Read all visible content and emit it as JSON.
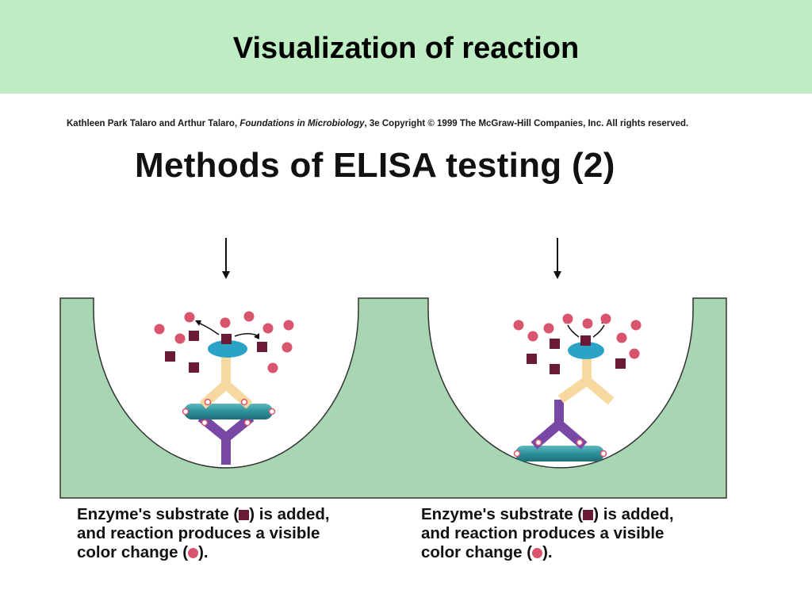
{
  "slide": {
    "title": "Visualization of reaction"
  },
  "figure": {
    "credit": {
      "before": "Kathleen Park Talaro and Arthur Talaro, ",
      "book": "Foundations in Microbiology",
      "after": ", 3e Copyright © 1999 The McGraw-Hill Companies, Inc.  All rights reserved."
    },
    "title": "Methods of ELISA testing (2)",
    "captions": [
      {
        "line1_a": "Enzyme's substrate (",
        "line1_b": ") is added,",
        "line2": "and reaction produces a visible",
        "line3_a": "color change (",
        "line3_b": ")."
      },
      {
        "line1_a": "Enzyme's substrate (",
        "line1_b": ") is added,",
        "line2": "and reaction produces a visible",
        "line3_a": "color change (",
        "line3_b": ")."
      }
    ]
  },
  "colors": {
    "header_bg": "#bfedc3",
    "well_fill": "#a8d6b2",
    "substrate": "#6b1a33",
    "product": "#d9556e",
    "enzyme": "#2aa3c6",
    "detection_antibody": "#f7d9a0",
    "capture_antibody": "#7748a6",
    "antigen": "#2d8f9a"
  }
}
